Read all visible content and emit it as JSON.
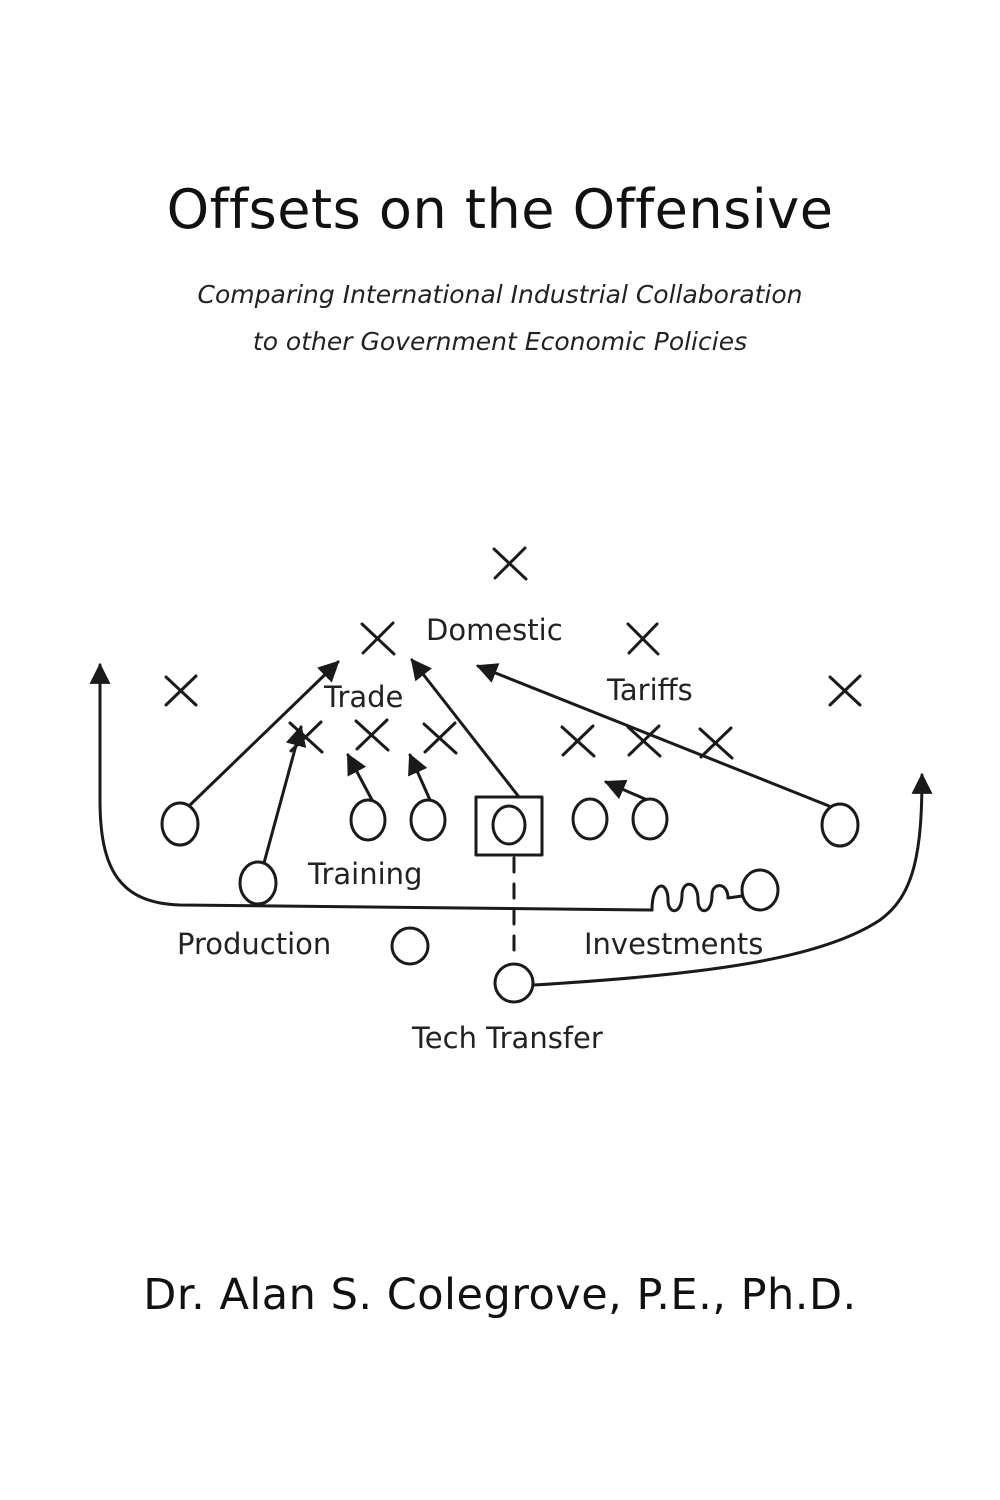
{
  "cover": {
    "title": "Offsets on the Offensive",
    "subtitle_line1": "Comparing International Industrial Collaboration",
    "subtitle_line2": "to other Government Economic Policies",
    "author": "Dr. Alan S. Colegrove, P.E., Ph.D."
  },
  "diagram": {
    "labels": {
      "domestic": "Domestic",
      "trade": "Trade",
      "tariffs": "Tariffs",
      "training": "Training",
      "production": "Production",
      "investments": "Investments",
      "tech_transfer": "Tech Transfer"
    },
    "colors": {
      "ink": "#1a1a1a",
      "background": "#ffffff"
    }
  }
}
